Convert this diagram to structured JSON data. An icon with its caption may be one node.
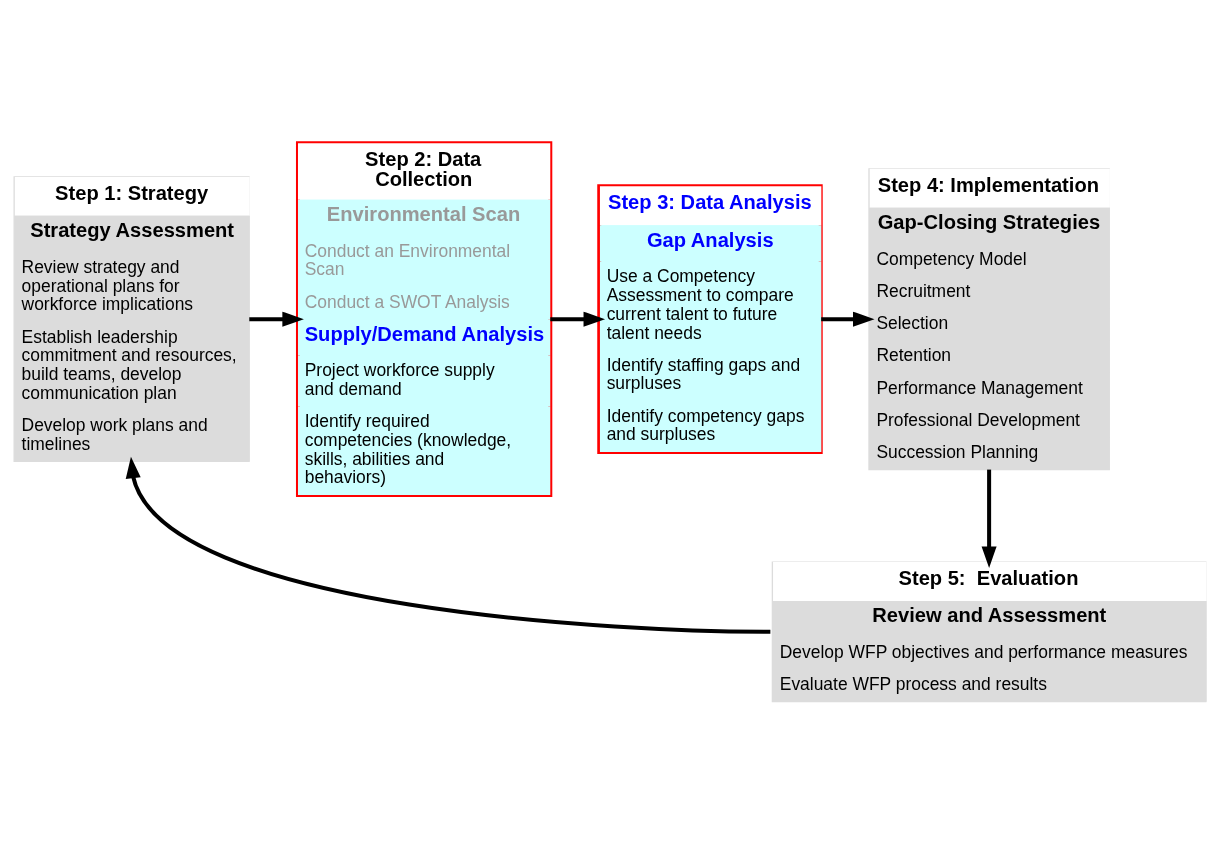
{
  "diagram": {
    "nodes": [
      {
        "text": [
          "Step 1: Strategy",
          "Strategy Assessment",
          "Review strategy and operational plans for workforce implications",
          "Establish leadership commitment and resources, build teams, develop communication plan",
          "Develop work plans and timelines"
        ]
      },
      {
        "text": [
          "Step 2: Data Collection",
          "Environmental Scan",
          "Conduct an Environmental Scan",
          "Conduct a SWOT Analysis",
          "Supply/Demand Analysis",
          "Project workforce supply and demand",
          "Identify required competencies (knowledge, skills, abilities and behaviors)"
        ]
      },
      {
        "text": [
          "Step 3: Data Analysis",
          "Gap Analysis",
          "Use a Competency Assessment to compare current talent to future talent needs",
          "Identify staffing gaps and surpluses",
          "Identify competency gaps and surpluses"
        ]
      },
      {
        "text": [
          "Step 4: Implementation",
          "Gap-Closing Strategies",
          "Competency Model",
          "Recruitment",
          "Selection",
          "Retention",
          "Performance Management",
          "Professional Development",
          "Succession Planning"
        ]
      },
      {
        "text": [
          "Step 5:  Evaluation",
          "Review and Assessment",
          "Develop WFP objectives and performance measures",
          "Evaluate WFP process and results"
        ]
      }
    ],
    "edges": [
      {
        "from": 0,
        "to": 1,
        "arrow": "to"
      },
      {
        "from": 1,
        "to": 2,
        "arrow": "to"
      },
      {
        "from": 2,
        "to": 3,
        "arrow": "to"
      },
      {
        "from": 3,
        "to": 4,
        "arrow": "to"
      },
      {
        "from": 4,
        "to": 0,
        "arrow": "to"
      }
    ]
  }
}
